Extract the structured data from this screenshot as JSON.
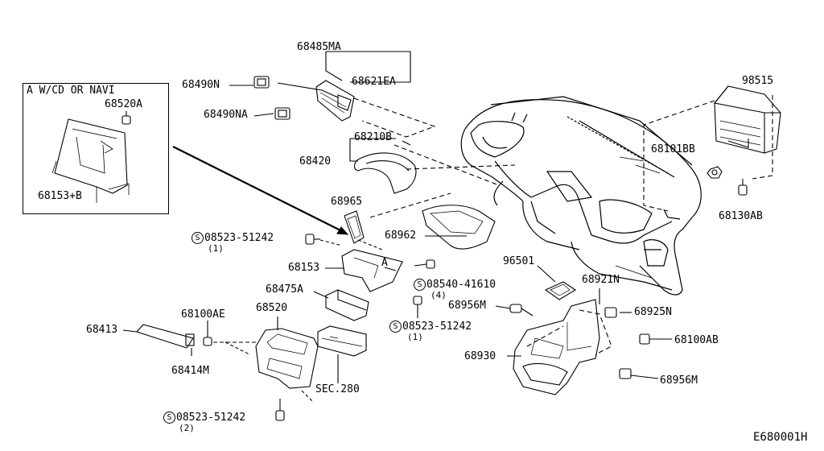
{
  "diagram_id": "E680001H",
  "inset": {
    "title": "A W/CD OR NAVI",
    "parts": [
      "68520A",
      "68153+B"
    ]
  },
  "labels": {
    "p68485MA": "68485MA",
    "p68490N": "68490N",
    "p68621EA": "68621EA",
    "p68490NA": "68490NA",
    "p68210B": "68210B",
    "p68420": "68420",
    "p68965": "68965",
    "p68962": "68962",
    "p98515": "98515",
    "p68101BB": "68101BB",
    "p68130AB": "68130AB",
    "s08523_1": "08523-51242",
    "s08523_1_qty": "(1)",
    "p68153": "68153",
    "callout_a": "A",
    "s08540": "08540-41610",
    "s08540_qty": "(4)",
    "p68475A": "68475A",
    "p96501": "96501",
    "p68921N": "68921N",
    "p68956M_top": "68956M",
    "p68925N": "68925N",
    "p68100AE": "68100AE",
    "p68520": "68520",
    "s08523_2": "08523-51242",
    "s08523_2_qty": "(1)",
    "p68413": "68413",
    "p68414M": "68414M",
    "p68100AB": "68100AB",
    "p68930": "68930",
    "p68956M_bot": "68956M",
    "sec280": "SEC.280",
    "s08523_3": "08523-51242",
    "s08523_3_qty": "(2)",
    "screw_symbol": "S"
  }
}
